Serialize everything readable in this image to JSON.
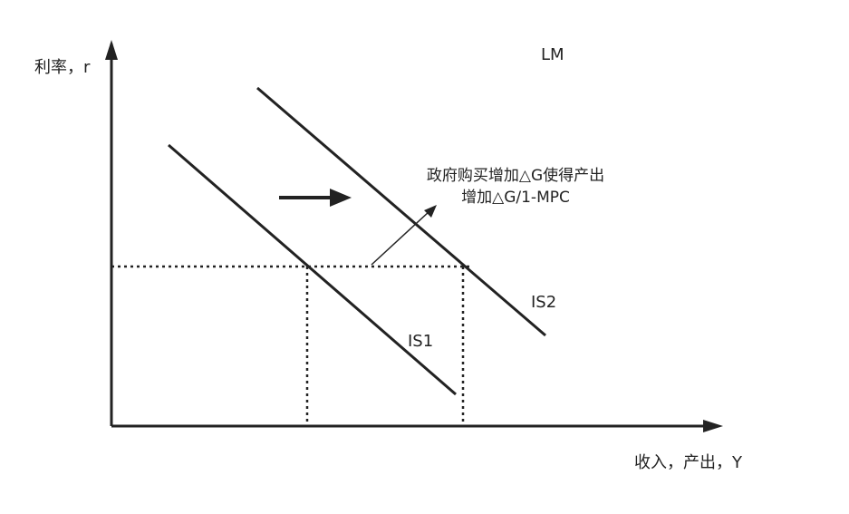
{
  "axes": {
    "y_label": "利率，r",
    "x_label": "收入，产出，Y"
  },
  "curves": {
    "lm_label": "LM",
    "is1_label": "IS1",
    "is2_label": "IS2"
  },
  "annotation": {
    "line1": "政府购买增加△G使得产出",
    "line2": "增加△G/1-MPC"
  },
  "colors": {
    "ink": "#222222",
    "background": "#ffffff"
  }
}
